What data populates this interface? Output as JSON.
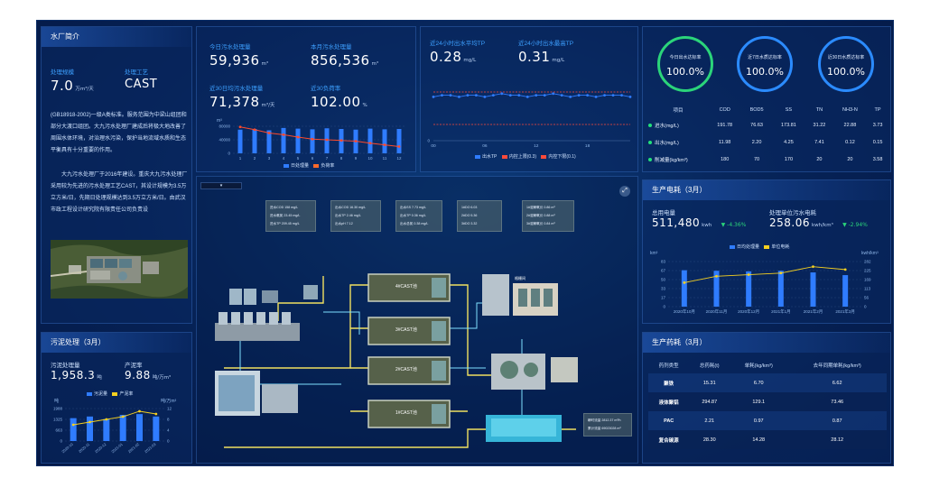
{
  "intro": {
    "title": "水厂简介",
    "scale_label": "处理规模",
    "scale_value": "7.0",
    "scale_unit": "万m³/天",
    "process_label": "处理工艺",
    "process_value": "CAST",
    "paragraph1": "(GB18918-2002)一级A类标准。服务范围为中梁山组团和部分大渡口组团。大九污水处理厂建成后将极大地改善了周围水体环境，对治理水污染，保护当地流域水质和生态平衡具有十分重要的作用。",
    "paragraph2": "大九污水处理厂于2016年建设。重庆大九污水处理厂采用较为先进的污水处理工艺CAST，其设计规模为3.5万立方米/日，先期日处理规模达到3.5万立方米/日。由武汉市政工程设计研究院有限责任公司负责设"
  },
  "sludge": {
    "title": "污泥处理（3月）",
    "qty_label": "污泥处理量",
    "qty_value": "1,958.3",
    "qty_unit": "吨",
    "rate_label": "产泥率",
    "rate_value": "9.88",
    "rate_unit": "吨/万m³",
    "legend_a": "污泥量",
    "legend_b": "产泥率",
    "y_left_unit": "吨",
    "y_right_unit": "吨/万m³",
    "y_left_ticks": [
      "1988",
      "1325",
      "663",
      "0"
    ],
    "y_right_ticks": [
      "12",
      "8",
      "4",
      "0"
    ],
    "x_labels": [
      "2020-10",
      "2020-11",
      "2020-12",
      "2021-01",
      "2021-02",
      "2021-03"
    ]
  },
  "volume": {
    "today_label": "今日污水处理量",
    "today_value": "59,936",
    "today_unit": "m³",
    "month_label": "本月污水处理量",
    "month_value": "856,536",
    "month_unit": "m³",
    "avg30_label": "近30日均污水处理量",
    "avg30_value": "71,378",
    "avg30_unit": "m³/天",
    "load30_label": "近30负荷率",
    "load30_value": "102.00",
    "load30_unit": "%",
    "chart_unit": "m³",
    "y_ticks": [
      "80000",
      "40000",
      "0"
    ],
    "x_labels": [
      "1",
      "2",
      "3",
      "4",
      "5",
      "6",
      "7",
      "8",
      "9",
      "10",
      "11",
      "12"
    ],
    "legend_a": "日处理量",
    "legend_b": "负荷率"
  },
  "tp": {
    "avg_label": "近24小时出水平均TP",
    "avg_value": "0.28",
    "avg_unit": "mg/L",
    "max_label": "近24小时出水最高TP",
    "max_value": "0.31",
    "max_unit": "mg/L",
    "y_ticks": [
      "0"
    ],
    "x_labels": [
      "00",
      "06",
      "12",
      "18"
    ],
    "legend_a": "出水TP",
    "legend_b": "内控上限(0.3)",
    "legend_c": "内控下限(0.1)"
  },
  "compliance": {
    "today_label": "今日出水达标率",
    "today_value": "100.0%",
    "d7_label": "近7日水质达标率",
    "d7_value": "100.0%",
    "d30_label": "近30日水质达标率",
    "d30_value": "100.0%",
    "headers": [
      "项目",
      "COD",
      "BOD5",
      "SS",
      "TN",
      "NH3-N",
      "TP"
    ],
    "rows": [
      [
        "进水(mg/L)",
        "191.78",
        "76.63",
        "173.81",
        "31.22",
        "22.88",
        "3.73"
      ],
      [
        "出水(mg/L)",
        "11.98",
        "2.20",
        "4.25",
        "7.41",
        "0.12",
        "0.15"
      ],
      [
        "削减量(kg/km³)",
        "180",
        "70",
        "170",
        "20",
        "20",
        "3.58"
      ]
    ]
  },
  "power": {
    "title": "生产电耗（3月）",
    "total_label": "总用电量",
    "total_value": "511,480",
    "total_unit": "kwh",
    "total_delta": "-4.36%",
    "unit_label": "处理单位污水电耗",
    "unit_value": "258.06",
    "unit_unit": "kwh/km³",
    "unit_delta": "-2.94%",
    "legend_a": "日均处理量",
    "legend_b": "单位电耗",
    "y_left_unit": "km³",
    "y_right_unit": "kwh/km³",
    "y_left_ticks": [
      "83",
      "67",
      "50",
      "33",
      "17",
      "0"
    ],
    "y_right_ticks": [
      "282",
      "225",
      "169",
      "113",
      "56",
      "0"
    ],
    "x_labels": [
      "2020年10月",
      "2020年11月",
      "2020年12月",
      "2021年1月",
      "2021年2月",
      "2021年3月"
    ]
  },
  "chemicals": {
    "title": "生产药耗（3月）",
    "headers": [
      "药剂类型",
      "总药耗(t)",
      "单耗(kg/km³)",
      "去年同期单耗(kg/km³)"
    ],
    "rows": [
      [
        "聚铁",
        "15.31",
        "6.70",
        "6.62"
      ],
      [
        "液体聚铝",
        "294.87",
        "129.1",
        "73.46"
      ],
      [
        "PAC",
        "2.21",
        "0.97",
        "0.87"
      ],
      [
        "复合碳源",
        "28.30",
        "14.28",
        "28.12"
      ]
    ]
  },
  "process": {
    "tank4": "4#CAST池",
    "tank3": "3#CAST池",
    "tank2": "2#CAST池",
    "tank1": "1#CAST池",
    "label_a": "格栅间",
    "readout_bottom_1": "瞬时流量 2812.37 m³/h",
    "readout_bottom_2": "累计流量 69023028 m³",
    "cards": [
      [
        "进水COD 158 mg/L",
        "进水氨氮 23.45 mg/L",
        "进水TP 209.45 mg/L"
      ],
      [
        "出水COD 16.30 mg/L",
        "出水TP 2.46 mg/L",
        "出水pH 7.12"
      ],
      [
        "出水SS 7.73 mg/L",
        "出水TP 0.36 mg/L",
        "出水总氮 0.38 mg/L"
      ],
      [
        "1#DO 6.03",
        "2#DO 5.36",
        "3#DO 3.32"
      ],
      [
        "1#溶解氧仪 0.86 m³",
        "2#溶解氧仪 0.88 m³",
        "3#溶解氧仪 0.84 m³"
      ]
    ]
  },
  "chart_data": [
    {
      "type": "bar",
      "title": "",
      "categories": [
        "1",
        "2",
        "3",
        "4",
        "5",
        "6",
        "7",
        "8",
        "9",
        "10",
        "11",
        "12"
      ],
      "series": [
        {
          "name": "日处理量",
          "values": [
            70000,
            72000,
            68000,
            75000,
            73000,
            71000,
            74000,
            72000,
            70000,
            73000,
            71000,
            72000
          ]
        },
        {
          "name": "负荷率",
          "values": [
            78000,
            70000,
            60000,
            55000,
            48000,
            42000,
            40000,
            38000,
            36000,
            30000,
            25000,
            20000
          ]
        }
      ],
      "ylim": [
        0,
        80000
      ]
    },
    {
      "type": "line",
      "title": "",
      "x": [
        "00",
        "01",
        "02",
        "03",
        "04",
        "05",
        "06",
        "07",
        "08",
        "09",
        "10",
        "11",
        "12",
        "13",
        "14",
        "15",
        "16",
        "17",
        "18",
        "19",
        "20",
        "21",
        "22",
        "23"
      ],
      "series": [
        {
          "name": "出水TP",
          "values": [
            0.27,
            0.28,
            0.28,
            0.27,
            0.28,
            0.28,
            0.27,
            0.28,
            0.29,
            0.28,
            0.28,
            0.27,
            0.28,
            0.28,
            0.29,
            0.28,
            0.27,
            0.28,
            0.28,
            0.27,
            0.28,
            0.28,
            0.28,
            0.27
          ]
        },
        {
          "name": "内控上限(0.3)",
          "values": [
            0.3,
            0.3,
            0.3,
            0.3,
            0.3,
            0.3,
            0.3,
            0.3,
            0.3,
            0.3,
            0.3,
            0.3,
            0.3,
            0.3,
            0.3,
            0.3,
            0.3,
            0.3,
            0.3,
            0.3,
            0.3,
            0.3,
            0.3,
            0.3
          ]
        },
        {
          "name": "内控下限(0.1)",
          "values": [
            0.1,
            0.1,
            0.1,
            0.1,
            0.1,
            0.1,
            0.1,
            0.1,
            0.1,
            0.1,
            0.1,
            0.1,
            0.1,
            0.1,
            0.1,
            0.1,
            0.1,
            0.1,
            0.1,
            0.1,
            0.1,
            0.1,
            0.1,
            0.1
          ]
        }
      ],
      "ylim": [
        0,
        0.4
      ]
    },
    {
      "type": "bar",
      "title": "",
      "categories": [
        "2020年10月",
        "2020年11月",
        "2020年12月",
        "2021年1月",
        "2021年2月",
        "2021年3月"
      ],
      "series": [
        {
          "name": "日均处理量",
          "values": [
            67,
            66,
            65,
            66,
            63,
            58
          ]
        },
        {
          "name": "单位电耗",
          "values": [
            150,
            190,
            200,
            210,
            250,
            232
          ]
        }
      ],
      "ylim": [
        0,
        83
      ],
      "y2lim": [
        0,
        282
      ]
    },
    {
      "type": "bar",
      "title": "",
      "categories": [
        "2020-10",
        "2020-11",
        "2020-12",
        "2021-01",
        "2021-02",
        "2021-03"
      ],
      "series": [
        {
          "name": "污泥量",
          "values": [
            1400,
            1500,
            1350,
            1600,
            1650,
            1500
          ]
        },
        {
          "name": "产泥率",
          "values": [
            6,
            7,
            8,
            9,
            11,
            10
          ]
        }
      ],
      "ylim": [
        0,
        1988
      ],
      "y2lim": [
        0,
        12
      ]
    }
  ]
}
